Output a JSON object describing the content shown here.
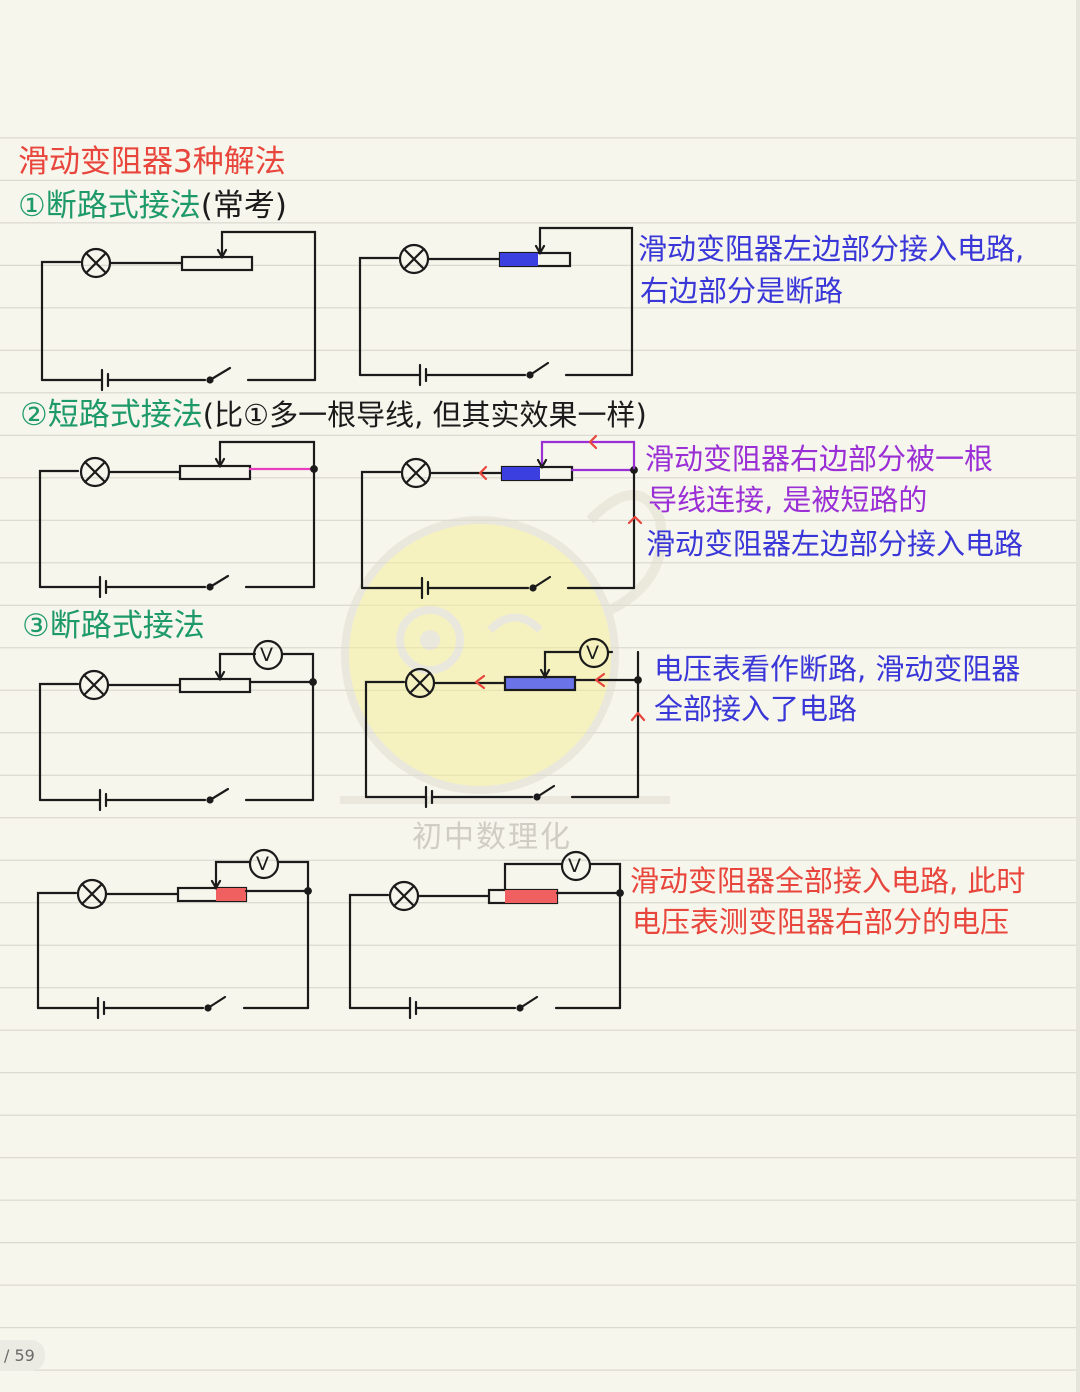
{
  "title": "滑动变阻器3种解法",
  "sections": [
    {
      "heading_prefix": "①断路式接法",
      "heading_suffix": "(常考)"
    },
    {
      "heading_prefix": "②短路式接法",
      "heading_suffix": "(比①多一根导线, 但其实效果一样)"
    },
    {
      "heading_prefix": "③断路式接法",
      "heading_suffix": ""
    }
  ],
  "notes": {
    "n1_line1": "滑动变阻器左边部分接入电路,",
    "n1_line2": "右边部分是断路",
    "n2_line1": "滑动变阻器右边部分被一根",
    "n2_line2": "导线连接, 是被短路的",
    "n2_line3": "滑动变阻器左边部分接入电路",
    "n3_line1": "电压表看作断路, 滑动变阻器",
    "n3_line2": "全部接入了电路",
    "n4_line1": "滑动变阻器全部接入电路, 此时",
    "n4_line2": "电压表测变阻器右部分的电压"
  },
  "symbols": {
    "lamp": "⊗",
    "voltmeter": "V"
  },
  "watermark": "初中数理化",
  "pager": "/ 59",
  "colors": {
    "background": "#f7f6ec",
    "red": "#e8453c",
    "green": "#1e9a6a",
    "blue": "#3a37d8",
    "purple": "#9b2fd6",
    "magenta_wire": "#e83fbf",
    "blue_fill": "#3b3fe0",
    "red_fill": "#f06060",
    "watermark_yellow": "#f4ef9c"
  }
}
